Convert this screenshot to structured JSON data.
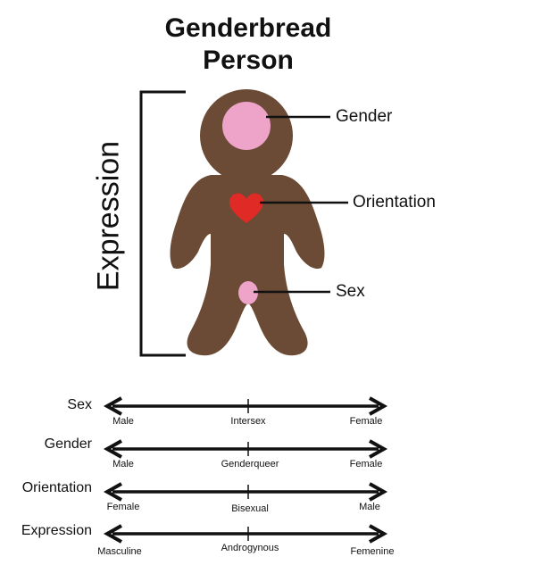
{
  "title": "Genderbread Person",
  "figure_labels": {
    "gender": "Gender",
    "orientation": "Orientation",
    "sex": "Sex",
    "expression": "Expression"
  },
  "colors": {
    "body": "#6b4b35",
    "head_spot": "#eea3c9",
    "heart": "#e02a26",
    "pelvis_spot": "#eea3c9",
    "lines": "#111111"
  },
  "scales": [
    {
      "name": "Sex",
      "left": "Male",
      "middle": "Intersex",
      "right": "Female"
    },
    {
      "name": "Gender",
      "left": "Male",
      "middle": "Genderqueer",
      "right": "Female"
    },
    {
      "name": "Orientation",
      "left": "Female",
      "middle": "Bisexual",
      "right": "Male"
    },
    {
      "name": "Expression",
      "left": "Masculine",
      "middle": "Androgynous",
      "right": "Femenine"
    }
  ]
}
